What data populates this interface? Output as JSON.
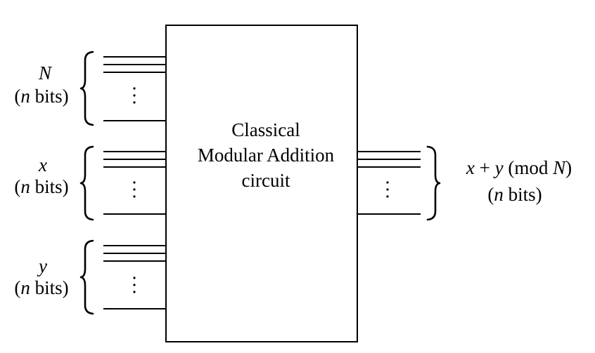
{
  "circuit": {
    "label_lines": [
      "Classical",
      "Modular Addition",
      "circuit"
    ]
  },
  "inputs": [
    {
      "var": "N",
      "bits": "bits"
    },
    {
      "var": "x",
      "bits": "bits"
    },
    {
      "var": "y",
      "bits": "bits"
    }
  ],
  "output": {
    "expr": {
      "x": "x",
      "plus": "+",
      "y": "y",
      "mod_open": "(mod",
      "N": "N",
      "close": ")"
    },
    "bits": "bits"
  },
  "common": {
    "n": "n",
    "open_paren": "(",
    "close_paren": ")"
  }
}
